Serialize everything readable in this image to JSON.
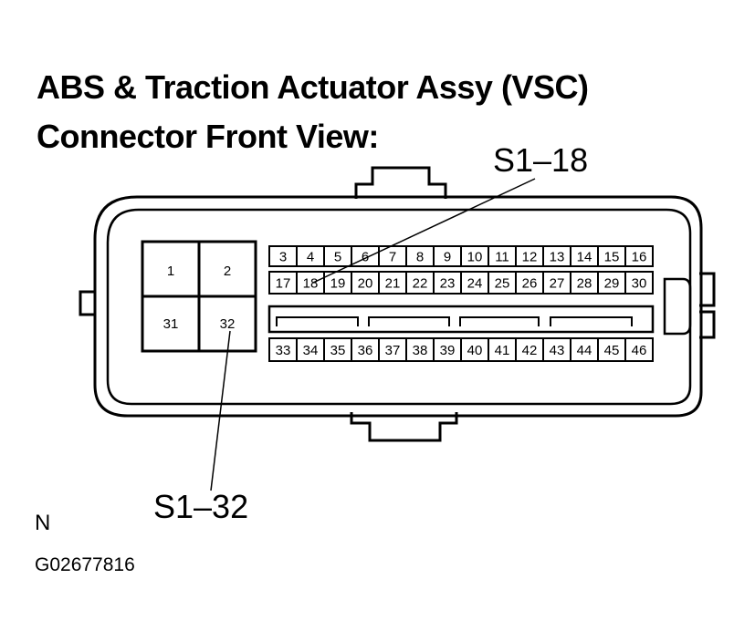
{
  "title": {
    "line1": "ABS & Traction Actuator Assy (VSC)",
    "line2": "Connector  Front View:"
  },
  "callouts": {
    "top": "S1–18",
    "bottom": "S1–32"
  },
  "north_label": "N",
  "figure_id": "G02677816",
  "connector": {
    "large_pins": [
      "1",
      "2",
      "31",
      "32"
    ],
    "row1": [
      "3",
      "4",
      "5",
      "6",
      "7",
      "8",
      "9",
      "10",
      "11",
      "12",
      "13",
      "14",
      "15",
      "16"
    ],
    "row2": [
      "17",
      "18",
      "19",
      "20",
      "21",
      "22",
      "23",
      "24",
      "25",
      "26",
      "27",
      "28",
      "29",
      "30"
    ],
    "row3": [
      "33",
      "34",
      "35",
      "36",
      "37",
      "38",
      "39",
      "40",
      "41",
      "42",
      "43",
      "44",
      "45",
      "46"
    ]
  }
}
